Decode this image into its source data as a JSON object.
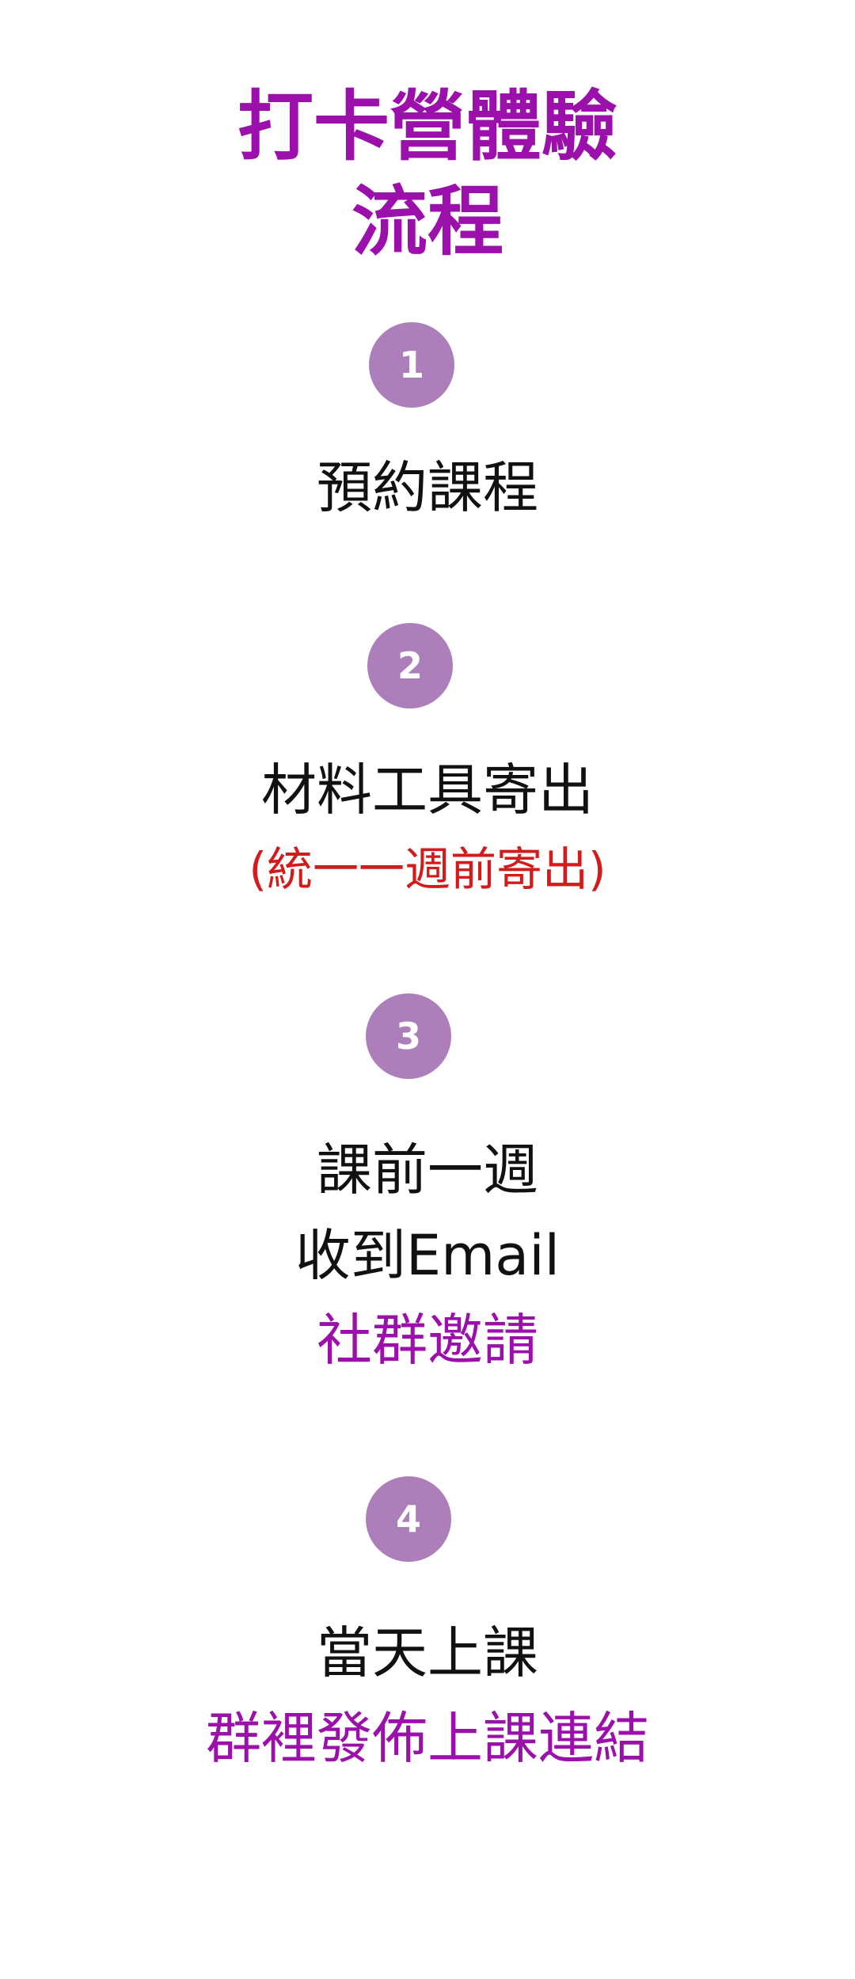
{
  "header": {
    "title_line1": "打卡營體驗",
    "title_line2": "流程"
  },
  "colors": {
    "title": "#9b0fab",
    "step_circle": "#ad7fba",
    "highlight_purple": "#9b0fab",
    "highlight_red": "#d31b1b",
    "body_text": "#111111"
  },
  "steps": [
    {
      "number": "1",
      "line1": "預約課程"
    },
    {
      "number": "2",
      "line1": "材料工具寄出",
      "note": "(統一一週前寄出)"
    },
    {
      "number": "3",
      "line1": "課前一週",
      "line2": "收到Email",
      "highlight": "社群邀請"
    },
    {
      "number": "4",
      "line1": "當天上課",
      "highlight": "群裡發佈上課連結"
    }
  ]
}
